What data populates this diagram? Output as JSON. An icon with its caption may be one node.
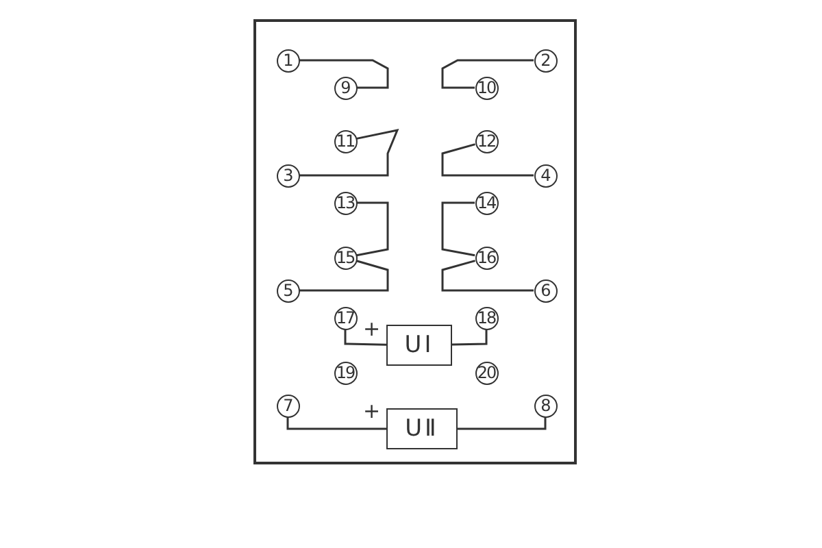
{
  "diagram": {
    "nodes": [
      {
        "text": [
          "1"
        ]
      },
      {
        "text": [
          "2"
        ]
      },
      {
        "text": [
          "9"
        ]
      },
      {
        "text": [
          "10"
        ]
      },
      {
        "text": [
          "11"
        ]
      },
      {
        "text": [
          "12"
        ]
      },
      {
        "text": [
          "3"
        ]
      },
      {
        "text": [
          "4"
        ]
      },
      {
        "text": [
          "13"
        ]
      },
      {
        "text": [
          "14"
        ]
      },
      {
        "text": [
          "15"
        ]
      },
      {
        "text": [
          "16"
        ]
      },
      {
        "text": [
          "5"
        ]
      },
      {
        "text": [
          "6"
        ]
      },
      {
        "text": [
          "17"
        ]
      },
      {
        "text": [
          "18"
        ]
      },
      {
        "text": [
          "UⅠ"
        ]
      },
      {
        "text": [
          "19"
        ]
      },
      {
        "text": [
          "20"
        ]
      },
      {
        "text": [
          "7"
        ]
      },
      {
        "text": [
          "8"
        ]
      },
      {
        "text": [
          "UⅡ"
        ]
      }
    ],
    "edges": [
      {
        "from": 0,
        "to": 2,
        "arrow": "none"
      },
      {
        "from": 1,
        "to": 3,
        "arrow": "none"
      },
      {
        "from": 6,
        "to": 4,
        "arrow": "none"
      },
      {
        "from": 7,
        "to": 5,
        "arrow": "none"
      },
      {
        "from": 8,
        "to": 10,
        "arrow": "none"
      },
      {
        "from": 10,
        "to": 12,
        "arrow": "none"
      },
      {
        "from": 9,
        "to": 11,
        "arrow": "none"
      },
      {
        "from": 11,
        "to": 13,
        "arrow": "none"
      },
      {
        "from": 14,
        "to": 16,
        "arrow": "none"
      },
      {
        "from": 16,
        "to": 15,
        "arrow": "none"
      },
      {
        "from": 19,
        "to": 21,
        "arrow": "none"
      },
      {
        "from": 21,
        "to": 20,
        "arrow": "none"
      }
    ],
    "labels": [
      "+",
      "+"
    ]
  }
}
